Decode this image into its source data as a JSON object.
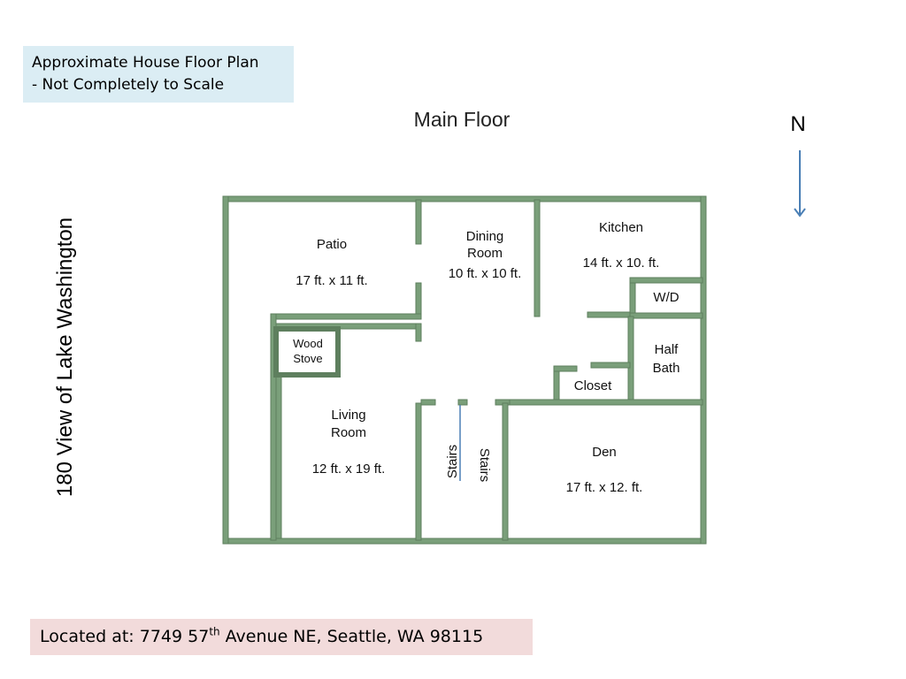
{
  "note": {
    "line1": "Approximate  House Floor Plan",
    "line2": "- Not Completely to Scale"
  },
  "title": "Main Floor",
  "compass": {
    "label": "N",
    "icon": "arrow-down-icon",
    "color": "#4a7fb5"
  },
  "side_label": "180 View of Lake Washington",
  "rooms": {
    "patio": {
      "name": "Patio",
      "size": "17 ft. x 11 ft."
    },
    "dining": {
      "name_line1": "Dining",
      "name_line2": "Room",
      "size": "10 ft. x 10 ft."
    },
    "kitchen": {
      "name": "Kitchen",
      "size": "14 ft. x 10. ft."
    },
    "wd": {
      "name": "W/D"
    },
    "half_bath": {
      "name_line1": "Half",
      "name_line2": "Bath"
    },
    "closet": {
      "name": "Closet"
    },
    "wood_stove": {
      "name_line1": "Wood",
      "name_line2": "Stove"
    },
    "living": {
      "name_line1": "Living",
      "name_line2": "Room",
      "size": "12 ft. x 19 ft."
    },
    "stairs_left": {
      "name": "Stairs"
    },
    "stairs_right": {
      "name": "Stairs"
    },
    "den": {
      "name": "Den",
      "size": "17 ft. x 12. ft."
    }
  },
  "address": {
    "prefix": "Located at: 7749 57",
    "sup": "th",
    "suffix": " Avenue NE, Seattle, WA 98115"
  },
  "colors": {
    "wall": "#7a9f7a",
    "wall_edge": "#5e7f5e",
    "note_bg": "#dbedf4",
    "address_bg": "#f2dbdb"
  }
}
